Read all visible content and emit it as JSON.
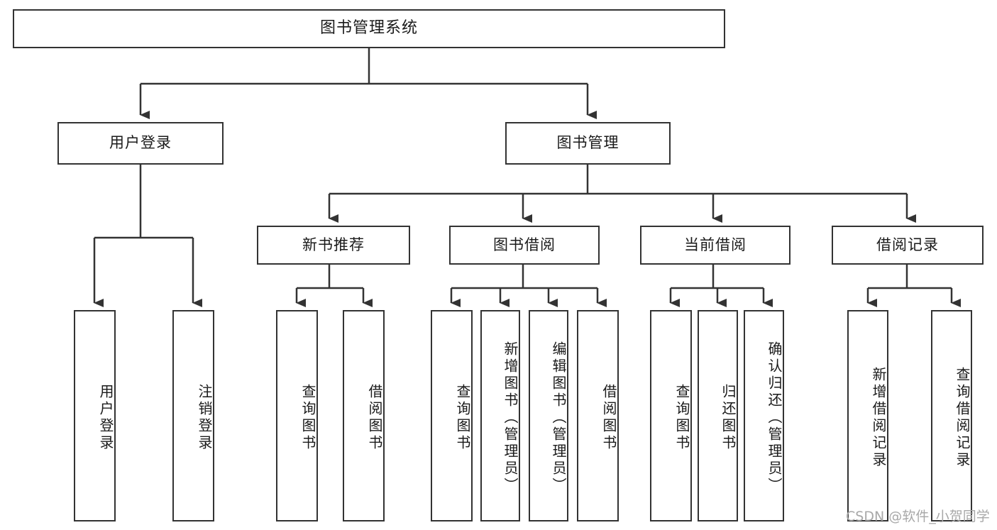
{
  "diagram": {
    "type": "tree",
    "title": "图书管理系统",
    "style": {
      "background": "#ffffff",
      "box_border": "#333333",
      "box_fill": "#ffffff",
      "text_color": "#1a1a1a",
      "connector": "#333333",
      "watermark_color": "#a8a8a8"
    },
    "root": {
      "label": "图书管理系统"
    },
    "level1": [
      {
        "label": "用户登录"
      },
      {
        "label": "图书管理"
      }
    ],
    "level2": [
      {
        "label": "新书推荐"
      },
      {
        "label": "图书借阅"
      },
      {
        "label": "当前借阅"
      },
      {
        "label": "借阅记录"
      }
    ],
    "leaves": {
      "user_login": [
        {
          "label": "用户登录"
        },
        {
          "label": "注销登录"
        }
      ],
      "new_book_recommend": [
        {
          "label": "查询图书"
        },
        {
          "label": "借阅图书"
        }
      ],
      "book_borrow": [
        {
          "label": "查询图书"
        },
        {
          "label": "新增图书（管理员）"
        },
        {
          "label": "编辑图书（管理员）"
        },
        {
          "label": "借阅图书"
        }
      ],
      "current_borrow": [
        {
          "label": "查询图书"
        },
        {
          "label": "归还图书"
        },
        {
          "label": "确认归还（管理员）"
        }
      ],
      "borrow_record": [
        {
          "label": "新增借阅记录"
        },
        {
          "label": "查询借阅记录"
        }
      ]
    },
    "watermark": "CSDN @软件_小贺同学"
  }
}
